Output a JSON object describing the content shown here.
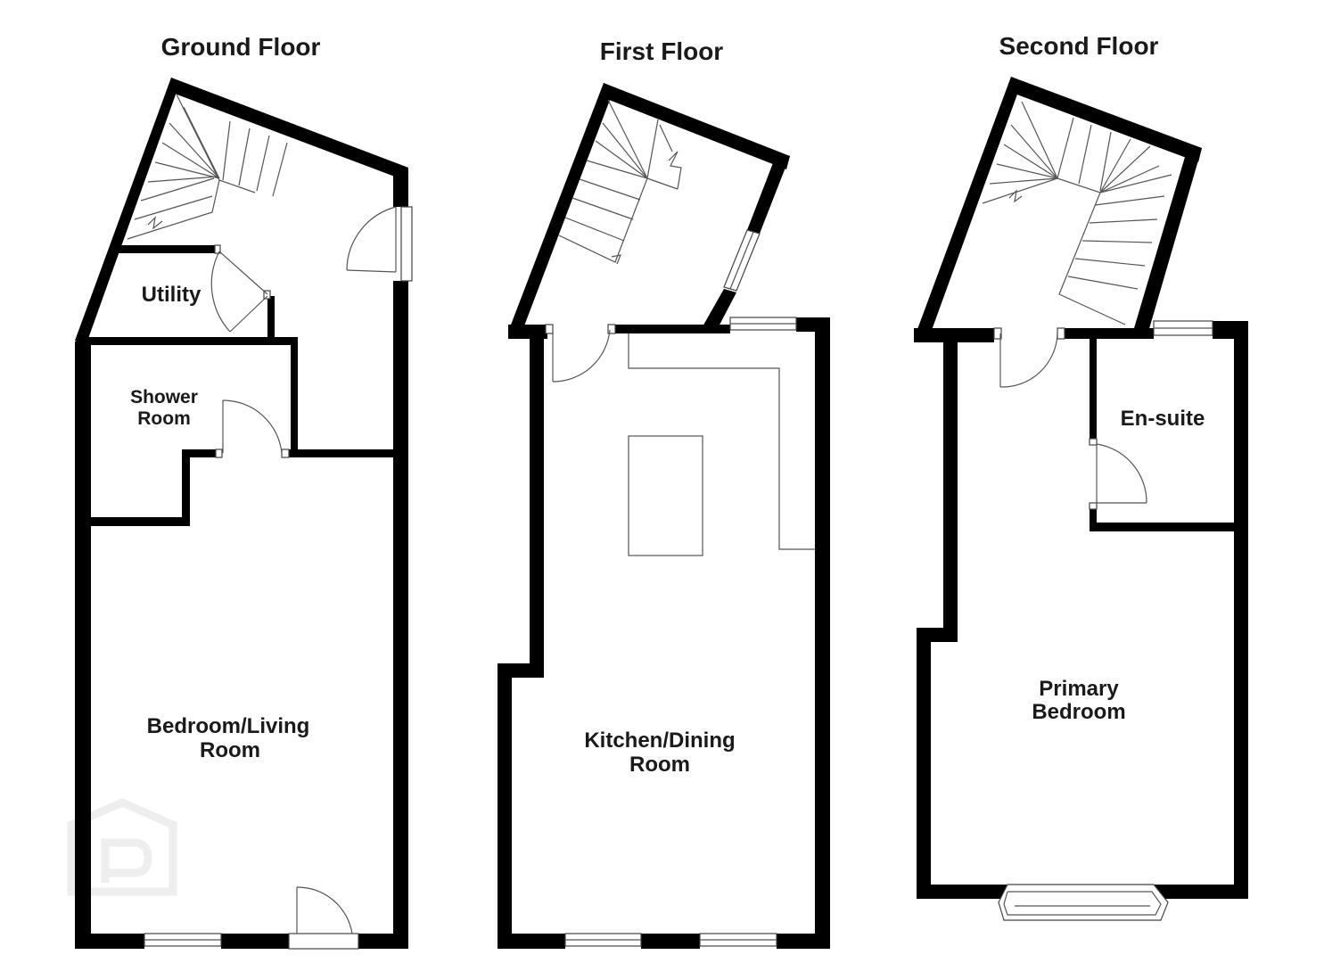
{
  "floors": [
    {
      "title": "Ground Floor",
      "rooms": [
        "Utility",
        "Shower Room",
        "Bedroom/Living Room"
      ]
    },
    {
      "title": "First Floor",
      "rooms": [
        "Kitchen/Dining Room"
      ]
    },
    {
      "title": "Second Floor",
      "rooms": [
        "En-suite",
        "Primary Bedroom"
      ]
    }
  ],
  "labels": {
    "ground_title": "Ground Floor",
    "first_title": "First Floor",
    "second_title": "Second Floor",
    "utility": "Utility",
    "shower_1": "Shower",
    "shower_2": "Room",
    "bedliving_1": "Bedroom/Living",
    "bedliving_2": "Room",
    "kitchen_1": "Kitchen/Dining",
    "kitchen_2": "Room",
    "ensuite": "En-suite",
    "primary_1": "Primary",
    "primary_2": "Bedroom"
  },
  "watermark": "P",
  "colors": {
    "wall": "#000000",
    "line": "#555555",
    "background": "#ffffff",
    "watermark": "#eeeeee"
  }
}
